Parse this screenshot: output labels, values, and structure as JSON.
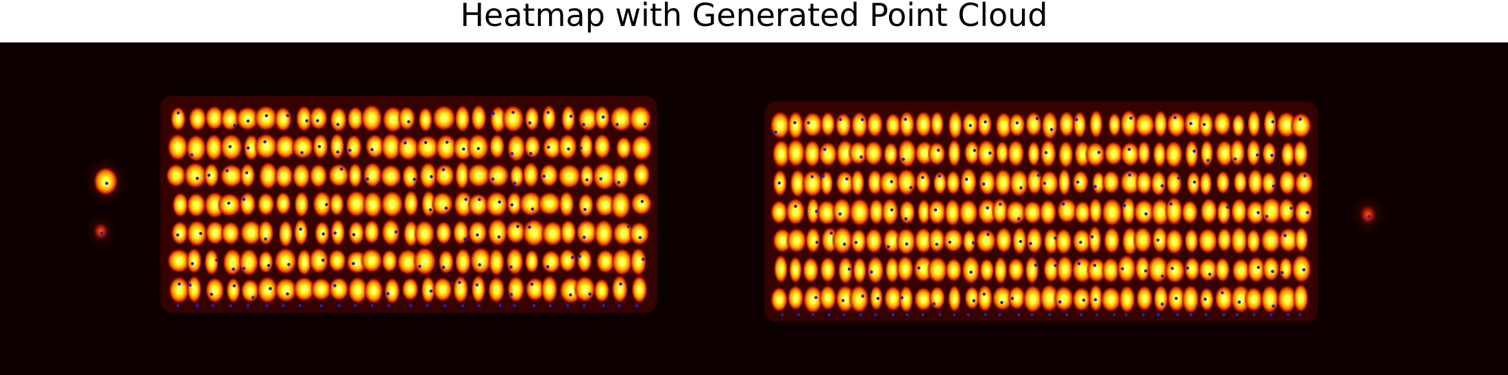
{
  "chart_data": {
    "type": "heatmap",
    "title": "Heatmap with Generated Point Cloud",
    "xlabel": "",
    "ylabel": "",
    "axes_visible": false,
    "grid": false,
    "legend": "none",
    "colormap": "hot",
    "point_color": "#1f1fd0",
    "x_range": [
      0,
      1540
    ],
    "y_range": [
      0,
      340
    ],
    "hot_spots": [
      {
        "name": "left-isolated-blob",
        "x": 108,
        "y": 142,
        "intensity": 1.0
      },
      {
        "name": "left-isolated-faint",
        "x": 103,
        "y": 193,
        "intensity": 0.3
      },
      {
        "name": "right-isolated-blob",
        "x": 1397,
        "y": 176,
        "intensity": 0.45
      }
    ],
    "arrays": [
      {
        "name": "left-array",
        "x_start": 182,
        "x_end": 653,
        "y_start": 78,
        "y_end": 253,
        "rows": 7,
        "cols": 27,
        "intensity": 1.0
      },
      {
        "name": "right-array",
        "x_start": 797,
        "x_end": 1330,
        "y_start": 84,
        "y_end": 262,
        "rows": 7,
        "cols": 34,
        "intensity": 1.0
      }
    ]
  }
}
